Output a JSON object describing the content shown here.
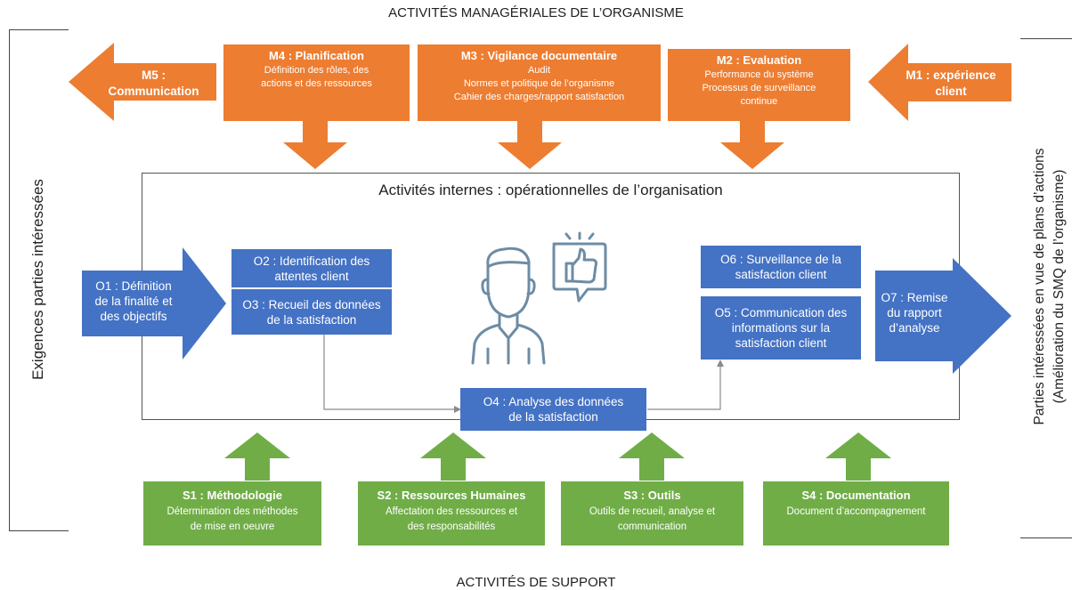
{
  "titles": {
    "top": "ACTIVITÉS MANAGÉRIALES DE L’ORGANISME",
    "bottom": "ACTIVITÉS DE SUPPORT",
    "internal": "Activités internes : opérationnelles de l’organisation"
  },
  "left_panel": {
    "label": "Exigences parties intéressées"
  },
  "right_panel": {
    "line1": "Parties intéressées en vue de plans d’actions",
    "line2": "(Amélioration du SMQ de l’organisme)"
  },
  "management": {
    "m5": {
      "title_a": "M5 :",
      "title_b": "Communication"
    },
    "m4": {
      "title": "M4 : Planification",
      "lines": [
        "Définition des rôles, des",
        "actions  et des ressources"
      ]
    },
    "m3": {
      "title": "M3 : Vigilance documentaire",
      "lines": [
        "Audit",
        "Normes et politique de l’organisme",
        "Cahier des charges/rapport satisfaction"
      ]
    },
    "m2": {
      "title": "M2 : Evaluation",
      "lines": [
        "Performance du système",
        "Processus de surveillance",
        "continue"
      ]
    },
    "m1": {
      "title_a": "M1 : expérience",
      "title_b": "client"
    }
  },
  "operations": {
    "o1": [
      "O1 : Définition",
      "de la finalité et",
      "des objectifs"
    ],
    "o2": [
      "O2 : Identification des",
      "attentes client"
    ],
    "o3": [
      "O3 : Recueil des données",
      "de la satisfaction"
    ],
    "o4": [
      "O4 : Analyse des données",
      "de la satisfaction"
    ],
    "o5": [
      "O5 : Communication des",
      "informations sur la",
      "satisfaction client"
    ],
    "o6": [
      "O6 : Surveillance de la",
      "satisfaction client"
    ],
    "o7": [
      "O7 : Remise",
      "du rapport",
      "d’analyse"
    ]
  },
  "support": {
    "s1": {
      "title": "S1 : Méthodologie",
      "lines": [
        "Détermination des méthodes",
        "de mise en oeuvre"
      ]
    },
    "s2": {
      "title": "S2 : Ressources Humaines",
      "lines": [
        "Affectation des ressources et",
        "des responsabilités"
      ]
    },
    "s3": {
      "title": "S3 : Outils",
      "lines": [
        "Outils de recueil, analyse et",
        "communication"
      ]
    },
    "s4": {
      "title": "S4 : Documentation",
      "lines": [
        "Document d’accompagnement"
      ]
    }
  },
  "colors": {
    "orange": "#ed7d31",
    "blue": "#4472c4",
    "green": "#70ad47",
    "icon": "#6d8ca5"
  },
  "icons": {
    "center": "person-thumbs-up-icon"
  }
}
